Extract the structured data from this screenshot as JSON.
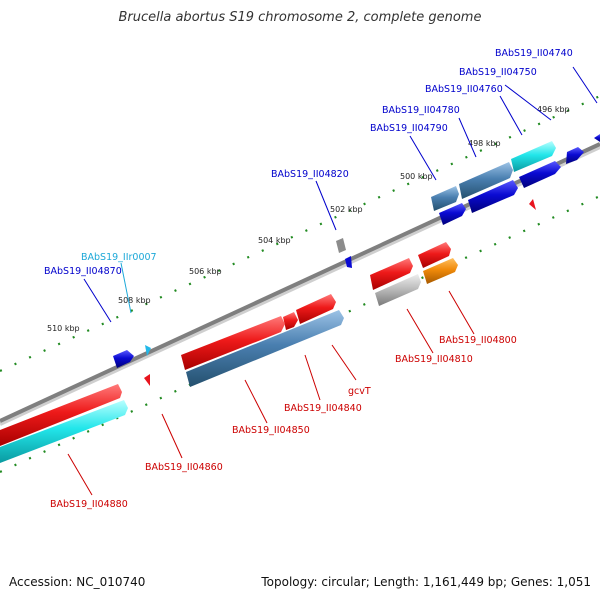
{
  "title": "Brucella abortus S19 chromosome 2, complete genome",
  "footer": {
    "accession": "Accession: NC_010740",
    "topology": "Topology: circular; Length: 1,161,449 bp; Genes: 1,051"
  },
  "colors": {
    "backbone": "#7f7f7f",
    "tick": "#228b22",
    "gene_blue": "#0a0ad2",
    "gene_red": "#e8141e",
    "gene_cyan": "#22e0e6",
    "gene_steel": "#4a7fb0",
    "gene_orange": "#f08a0a",
    "gene_gray": "#b9b9b9",
    "label_top": "#0000cc",
    "label_bottom": "#cc0000",
    "label_cyan": "#1ca8d8"
  },
  "kbp_labels": [
    "496 kbp",
    "498 kbp",
    "500 kbp",
    "502 kbp",
    "504 kbp",
    "506 kbp",
    "508 kbp",
    "510 kbp"
  ],
  "genes_top": [
    {
      "label": "BAbS19_II04740",
      "color": "label_top"
    },
    {
      "label": "BAbS19_II04750",
      "color": "label_top"
    },
    {
      "label": "BAbS19_II04760",
      "color": "label_top"
    },
    {
      "label": "BAbS19_II04780",
      "color": "label_top"
    },
    {
      "label": "BAbS19_II04790",
      "color": "label_top"
    },
    {
      "label": "BAbS19_II04820",
      "color": "label_top"
    },
    {
      "label": "BAbS19_IIr0007",
      "color": "label_cyan"
    },
    {
      "label": "BAbS19_II04870",
      "color": "label_top"
    }
  ],
  "genes_bottom": [
    {
      "label": "BAbS19_II04800",
      "color": "label_bottom"
    },
    {
      "label": "BAbS19_II04810",
      "color": "label_bottom"
    },
    {
      "label": "gcvT",
      "color": "label_bottom"
    },
    {
      "label": "BAbS19_II04840",
      "color": "label_bottom"
    },
    {
      "label": "BAbS19_II04850",
      "color": "label_bottom"
    },
    {
      "label": "BAbS19_II04860",
      "color": "label_bottom"
    },
    {
      "label": "BAbS19_II04880",
      "color": "label_bottom"
    }
  ]
}
